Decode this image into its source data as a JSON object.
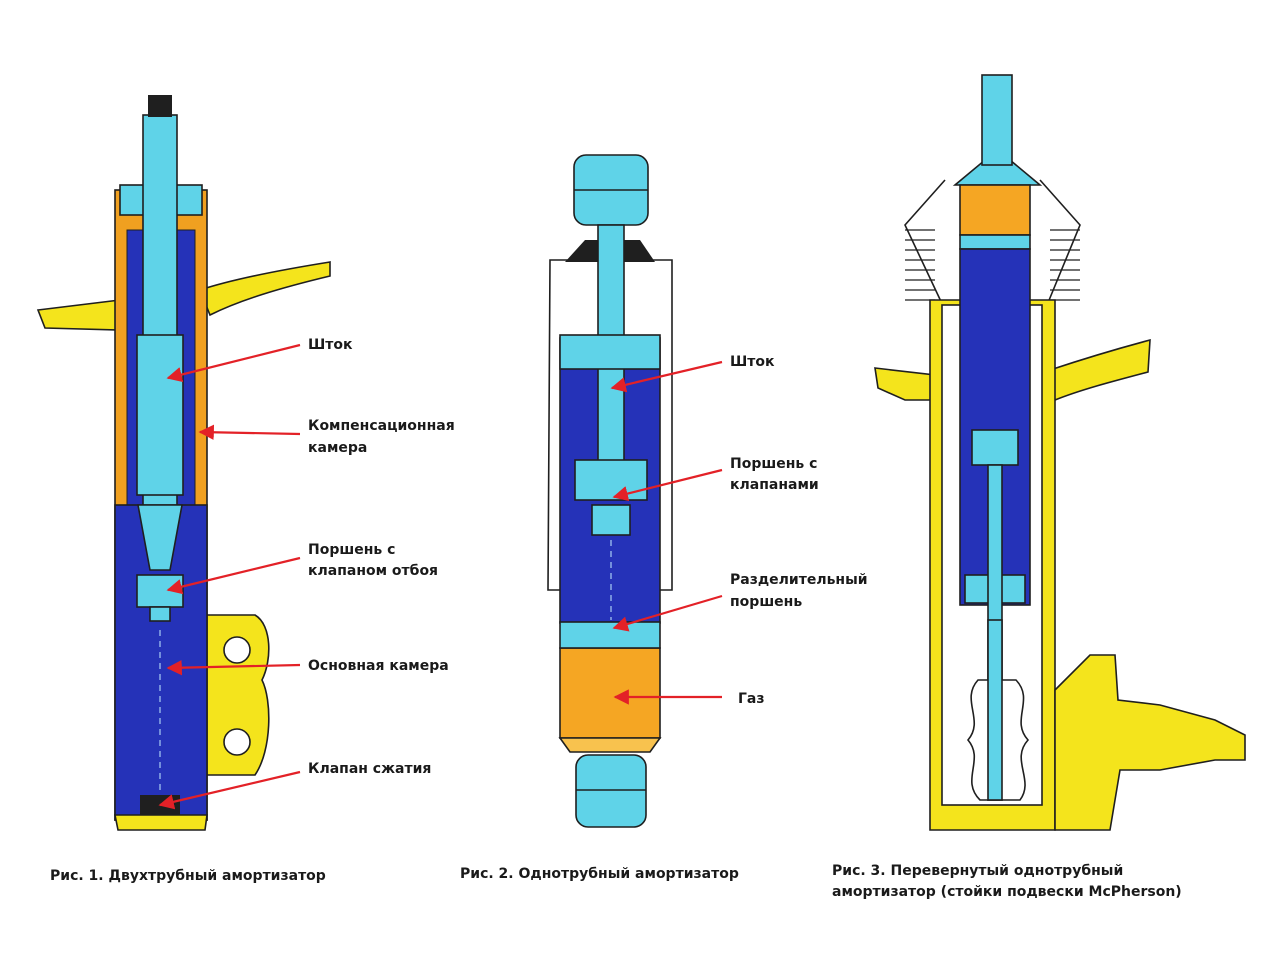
{
  "colors": {
    "rod": "#5fd3e8",
    "oil": "#2532b8",
    "oil_light": "#3a48d0",
    "gas": "#f5a623",
    "gas_light": "#f8c24e",
    "yellow": "#f4e41c",
    "orange": "#f0a020",
    "arrow": "#e32127",
    "outline": "#1f1f1f"
  },
  "fig1": {
    "labels": {
      "rod": "Шток",
      "comp_line1": "Компенсационная",
      "comp_line2": "камера",
      "piston_line1": "Поршень с",
      "piston_line2": "клапаном отбоя",
      "main": "Основная камера",
      "valve": "Клапан сжатия"
    },
    "caption": "Рис. 1. Двухтрубный амортизатор"
  },
  "fig2": {
    "labels": {
      "rod": "Шток",
      "piston_line1": "Поршень с",
      "piston_line2": "клапанами",
      "sep_line1": "Разделительный",
      "sep_line2": "поршень",
      "gas": "Газ"
    },
    "caption": "Рис. 2. Однотрубный амортизатор"
  },
  "fig3": {
    "caption_line1": "Рис. 3. Перевернутый однотрубный",
    "caption_line2": "амортизатор (стойки подвески McPherson)"
  }
}
